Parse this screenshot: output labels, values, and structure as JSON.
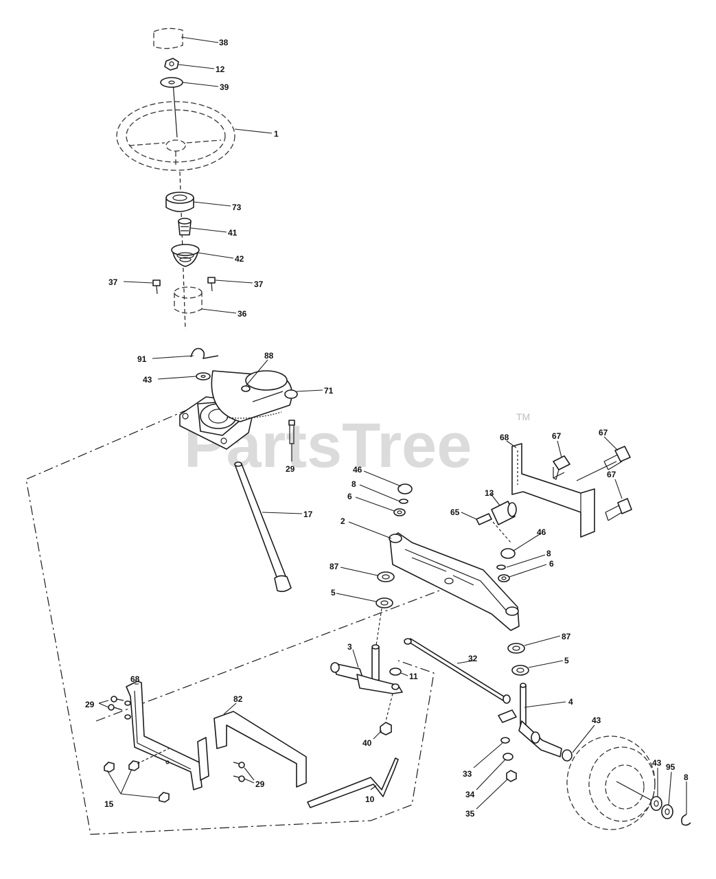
{
  "watermark": {
    "brand": "PartsTree",
    "trademark": "TM"
  },
  "callouts": {
    "c38": "38",
    "c12": "12",
    "c39": "39",
    "c1": "1",
    "c73": "73",
    "c41": "41",
    "c42": "42",
    "c37a": "37",
    "c37b": "37",
    "c36": "36",
    "c91": "91",
    "c88": "88",
    "c43a": "43",
    "c71": "71",
    "c29a": "29",
    "c17": "17",
    "c68a": "68",
    "c67a": "67",
    "c67b": "67",
    "c67c": "67",
    "c46a": "46",
    "c8a": "8",
    "c6a": "6",
    "c65": "65",
    "c13": "13",
    "c2": "2",
    "c46b": "46",
    "c8b": "8",
    "c6b": "6",
    "c87a": "87",
    "c5a": "5",
    "c87b": "87",
    "c5b": "5",
    "c3": "3",
    "c32": "32",
    "c11": "11",
    "c4": "4",
    "c68b": "68",
    "c82": "82",
    "c29b": "29",
    "c29c": "29",
    "c40": "40",
    "c43b": "43",
    "c43c": "43",
    "c95": "95",
    "c8c": "8",
    "c33": "33",
    "c34": "34",
    "c35": "35",
    "c15": "15",
    "c10": "10"
  }
}
